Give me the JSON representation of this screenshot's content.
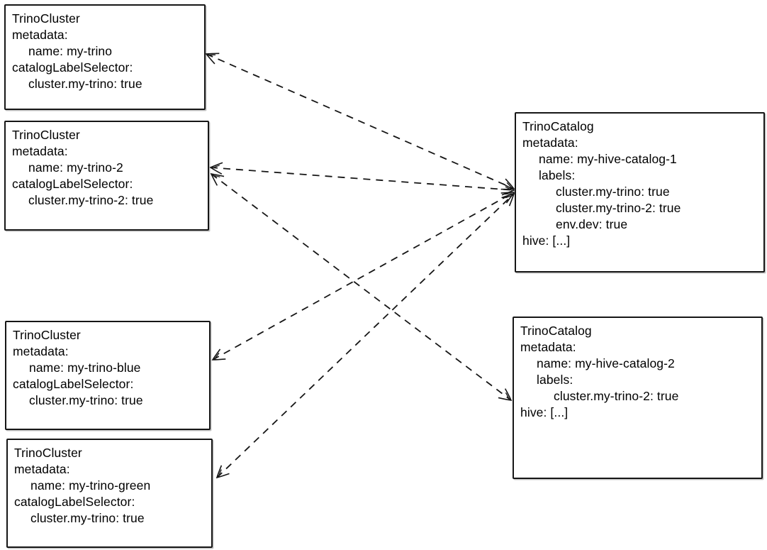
{
  "colors": {
    "ink": "#161616",
    "edge": "#161616",
    "background": "#ffffff"
  },
  "diagram": {
    "nodes": [
      {
        "id": "trino-cluster-my-trino",
        "kind": "TrinoCluster",
        "lines": [
          "TrinoCluster",
          "metadata:",
          "name: my-trino",
          "catalogLabelSelector:",
          "cluster.my-trino: true"
        ]
      },
      {
        "id": "trino-cluster-my-trino-2",
        "kind": "TrinoCluster",
        "lines": [
          "TrinoCluster",
          "metadata:",
          "name: my-trino-2",
          "catalogLabelSelector:",
          "cluster.my-trino-2: true"
        ]
      },
      {
        "id": "trino-cluster-my-trino-blue",
        "kind": "TrinoCluster",
        "lines": [
          "TrinoCluster",
          "metadata:",
          "name: my-trino-blue",
          "catalogLabelSelector:",
          "cluster.my-trino: true"
        ]
      },
      {
        "id": "trino-cluster-my-trino-green",
        "kind": "TrinoCluster",
        "lines": [
          "TrinoCluster",
          "metadata:",
          "name: my-trino-green",
          "catalogLabelSelector:",
          "cluster.my-trino: true"
        ]
      },
      {
        "id": "trino-catalog-my-hive-catalog-1",
        "kind": "TrinoCatalog",
        "lines": [
          "TrinoCatalog",
          "metadata:",
          "name: my-hive-catalog-1",
          "labels:",
          "cluster.my-trino: true",
          "cluster.my-trino-2: true",
          "env.dev: true",
          "hive: [...]"
        ]
      },
      {
        "id": "trino-catalog-my-hive-catalog-2",
        "kind": "TrinoCatalog",
        "lines": [
          "TrinoCatalog",
          "metadata:",
          "name: my-hive-catalog-2",
          "labels:",
          "cluster.my-trino-2: true",
          "hive: [...]"
        ]
      }
    ],
    "edges": [
      {
        "from": "trino-catalog-my-hive-catalog-1",
        "to": "trino-cluster-my-trino",
        "style": "dashed",
        "arrowheads": "both"
      },
      {
        "from": "trino-catalog-my-hive-catalog-1",
        "to": "trino-cluster-my-trino-2",
        "style": "dashed",
        "arrowheads": "both"
      },
      {
        "from": "trino-catalog-my-hive-catalog-1",
        "to": "trino-cluster-my-trino-blue",
        "style": "dashed",
        "arrowheads": "both"
      },
      {
        "from": "trino-catalog-my-hive-catalog-1",
        "to": "trino-cluster-my-trino-green",
        "style": "dashed",
        "arrowheads": "both"
      },
      {
        "from": "trino-catalog-my-hive-catalog-2",
        "to": "trino-cluster-my-trino-2",
        "style": "dashed",
        "arrowheads": "both"
      }
    ]
  }
}
